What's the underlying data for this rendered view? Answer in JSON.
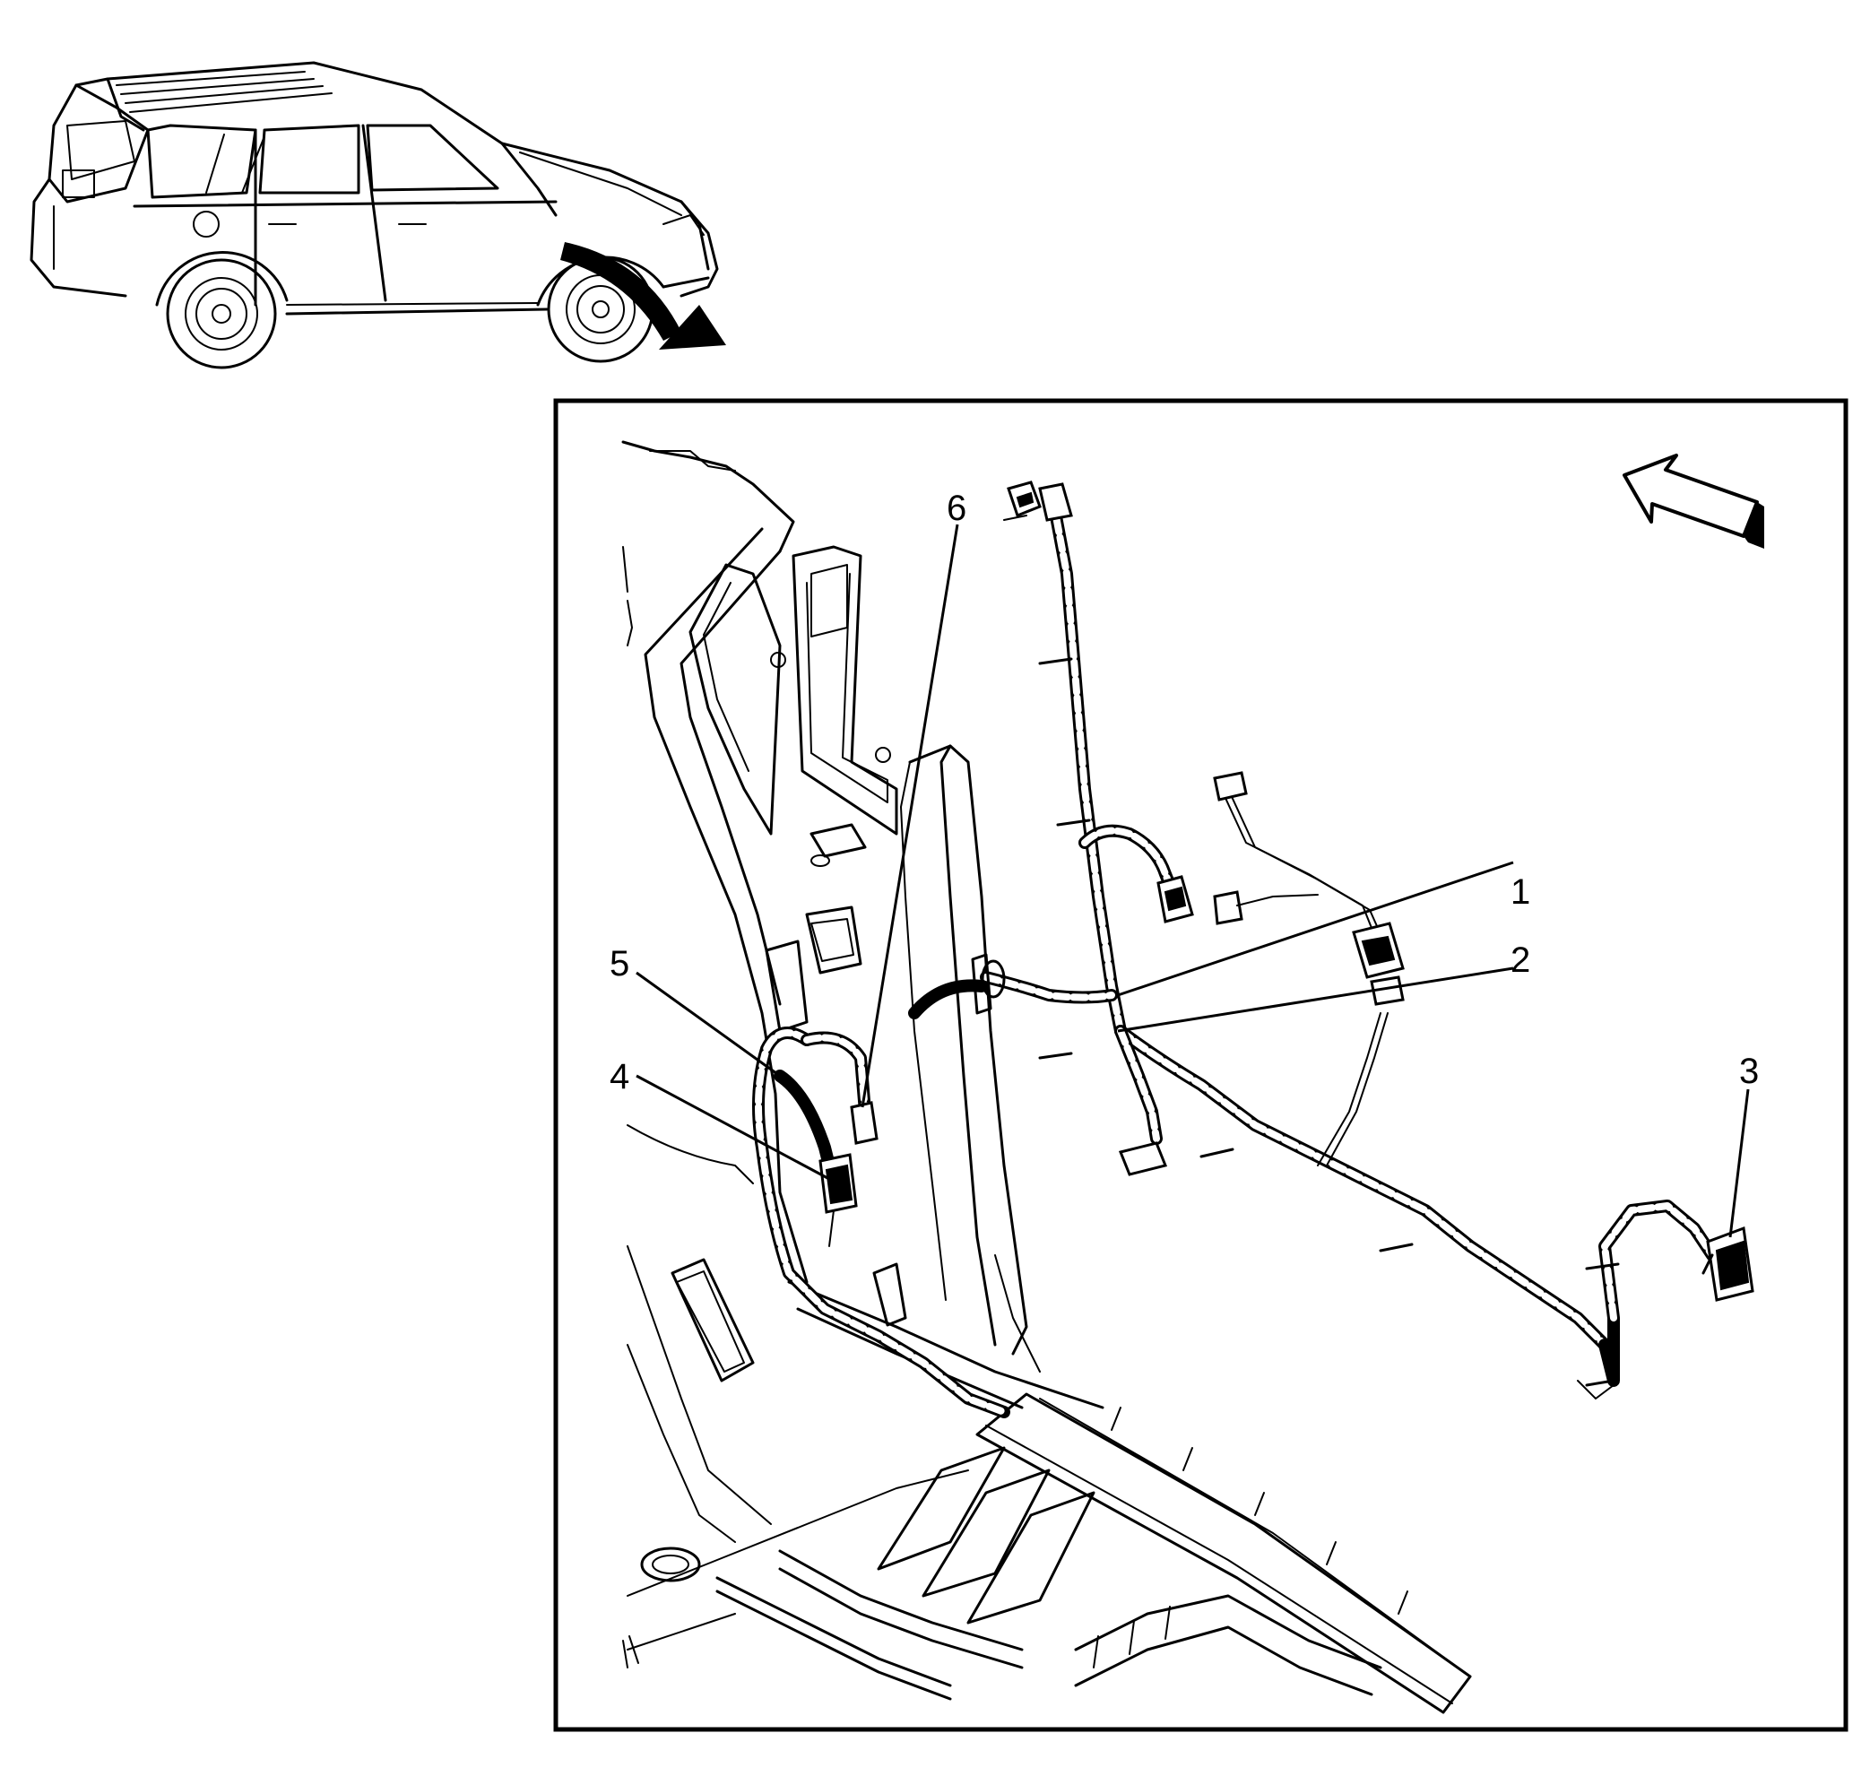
{
  "callouts": [
    {
      "id": "1",
      "label": "1"
    },
    {
      "id": "2",
      "label": "2"
    },
    {
      "id": "3",
      "label": "3"
    },
    {
      "id": "4",
      "label": "4"
    },
    {
      "id": "5",
      "label": "5"
    },
    {
      "id": "6",
      "label": "6"
    }
  ],
  "icons": {
    "vehicle": "suv-locator-icon",
    "location_arrow": "curved-arrow-icon",
    "front_direction": "front-direction-arrow-icon"
  },
  "colors": {
    "ink": "#000000",
    "background": "#ffffff"
  }
}
